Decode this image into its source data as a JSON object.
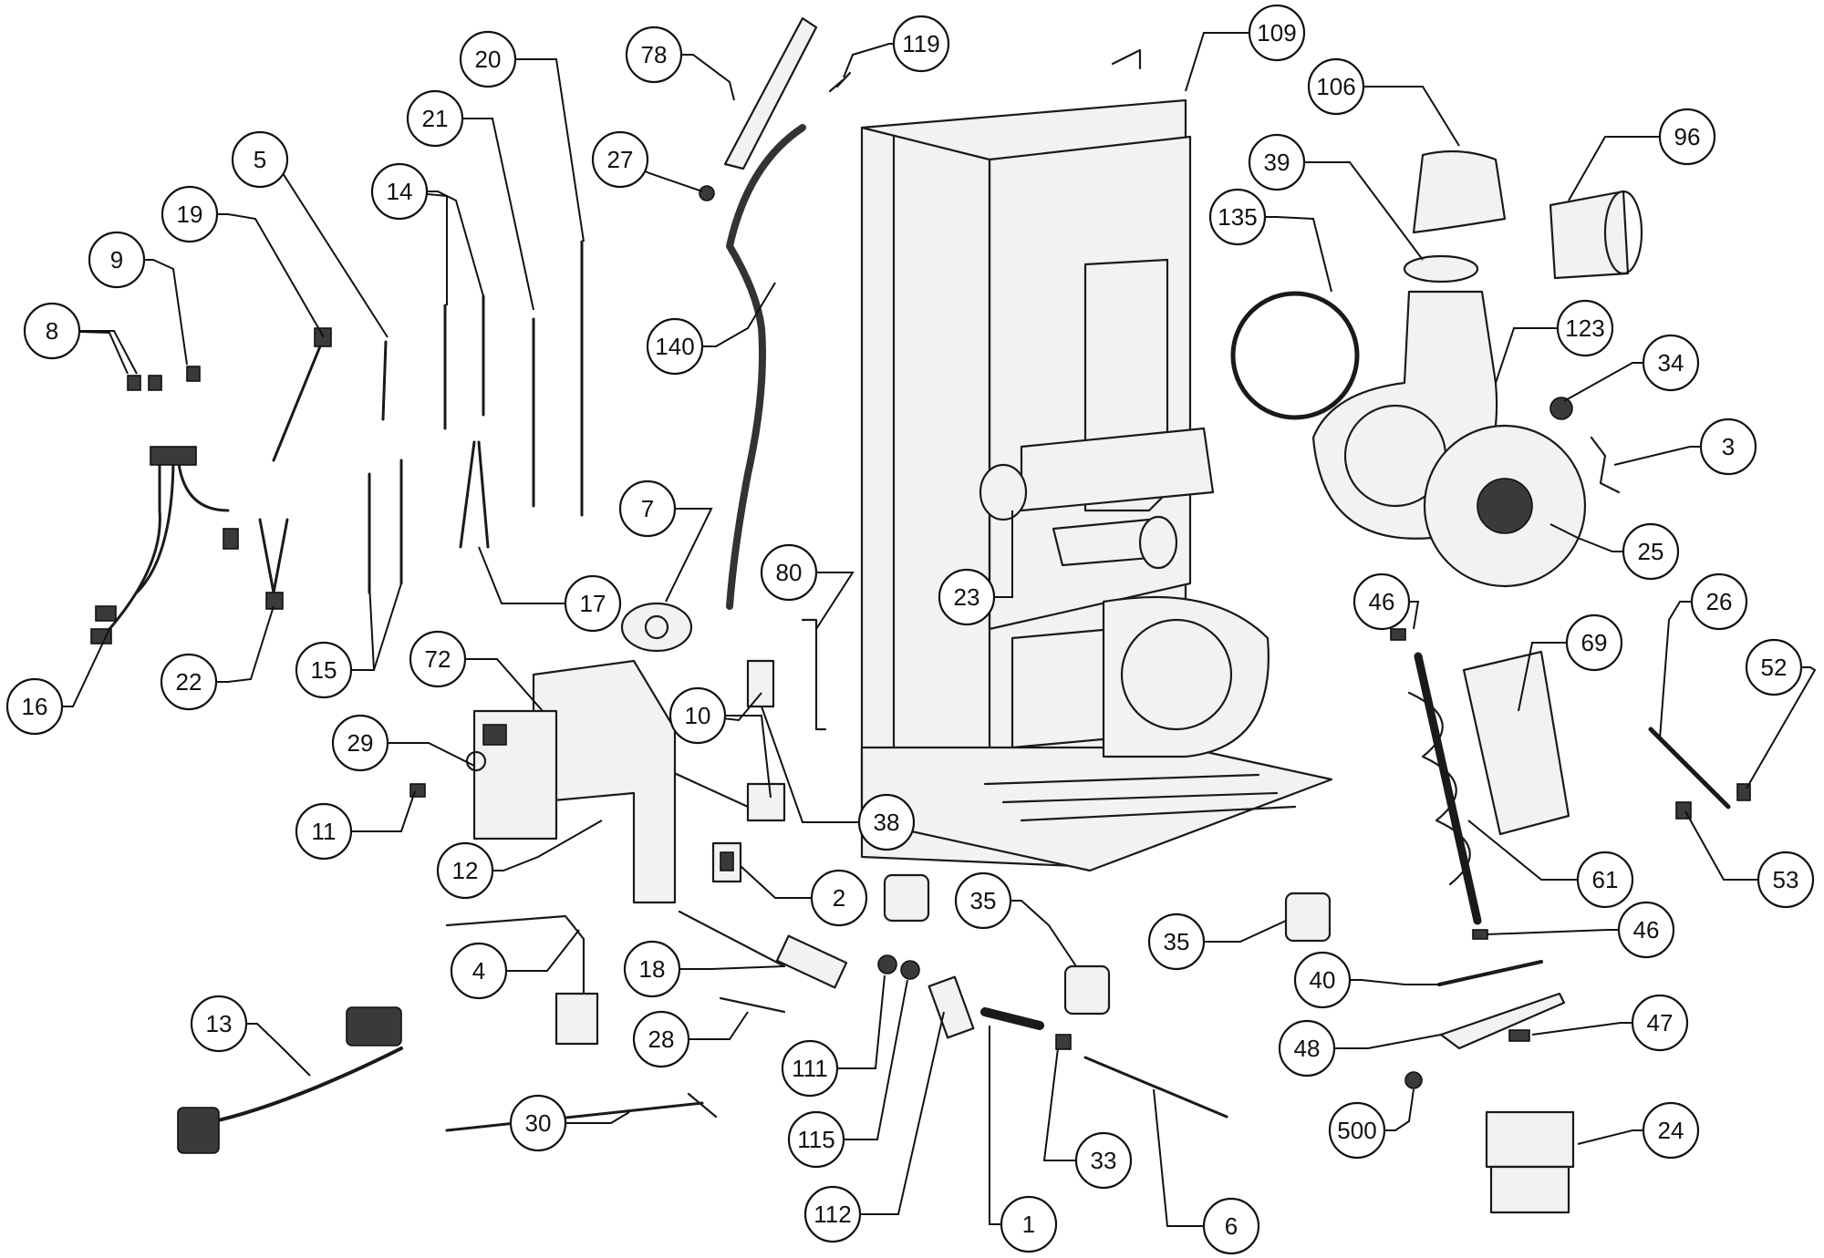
{
  "diagram": {
    "labels": [
      "1",
      "2",
      "3",
      "4",
      "5",
      "6",
      "7",
      "8",
      "9",
      "10",
      "11",
      "12",
      "13",
      "14",
      "15",
      "16",
      "17",
      "18",
      "19",
      "20",
      "21",
      "22",
      "23",
      "24",
      "25",
      "26",
      "27",
      "28",
      "29",
      "30",
      "33",
      "34",
      "35",
      "38",
      "39",
      "40",
      "46",
      "47",
      "48",
      "52",
      "53",
      "61",
      "69",
      "72",
      "78",
      "80",
      "96",
      "106",
      "109",
      "111",
      "112",
      "115",
      "119",
      "123",
      "135",
      "140",
      "500"
    ]
  }
}
